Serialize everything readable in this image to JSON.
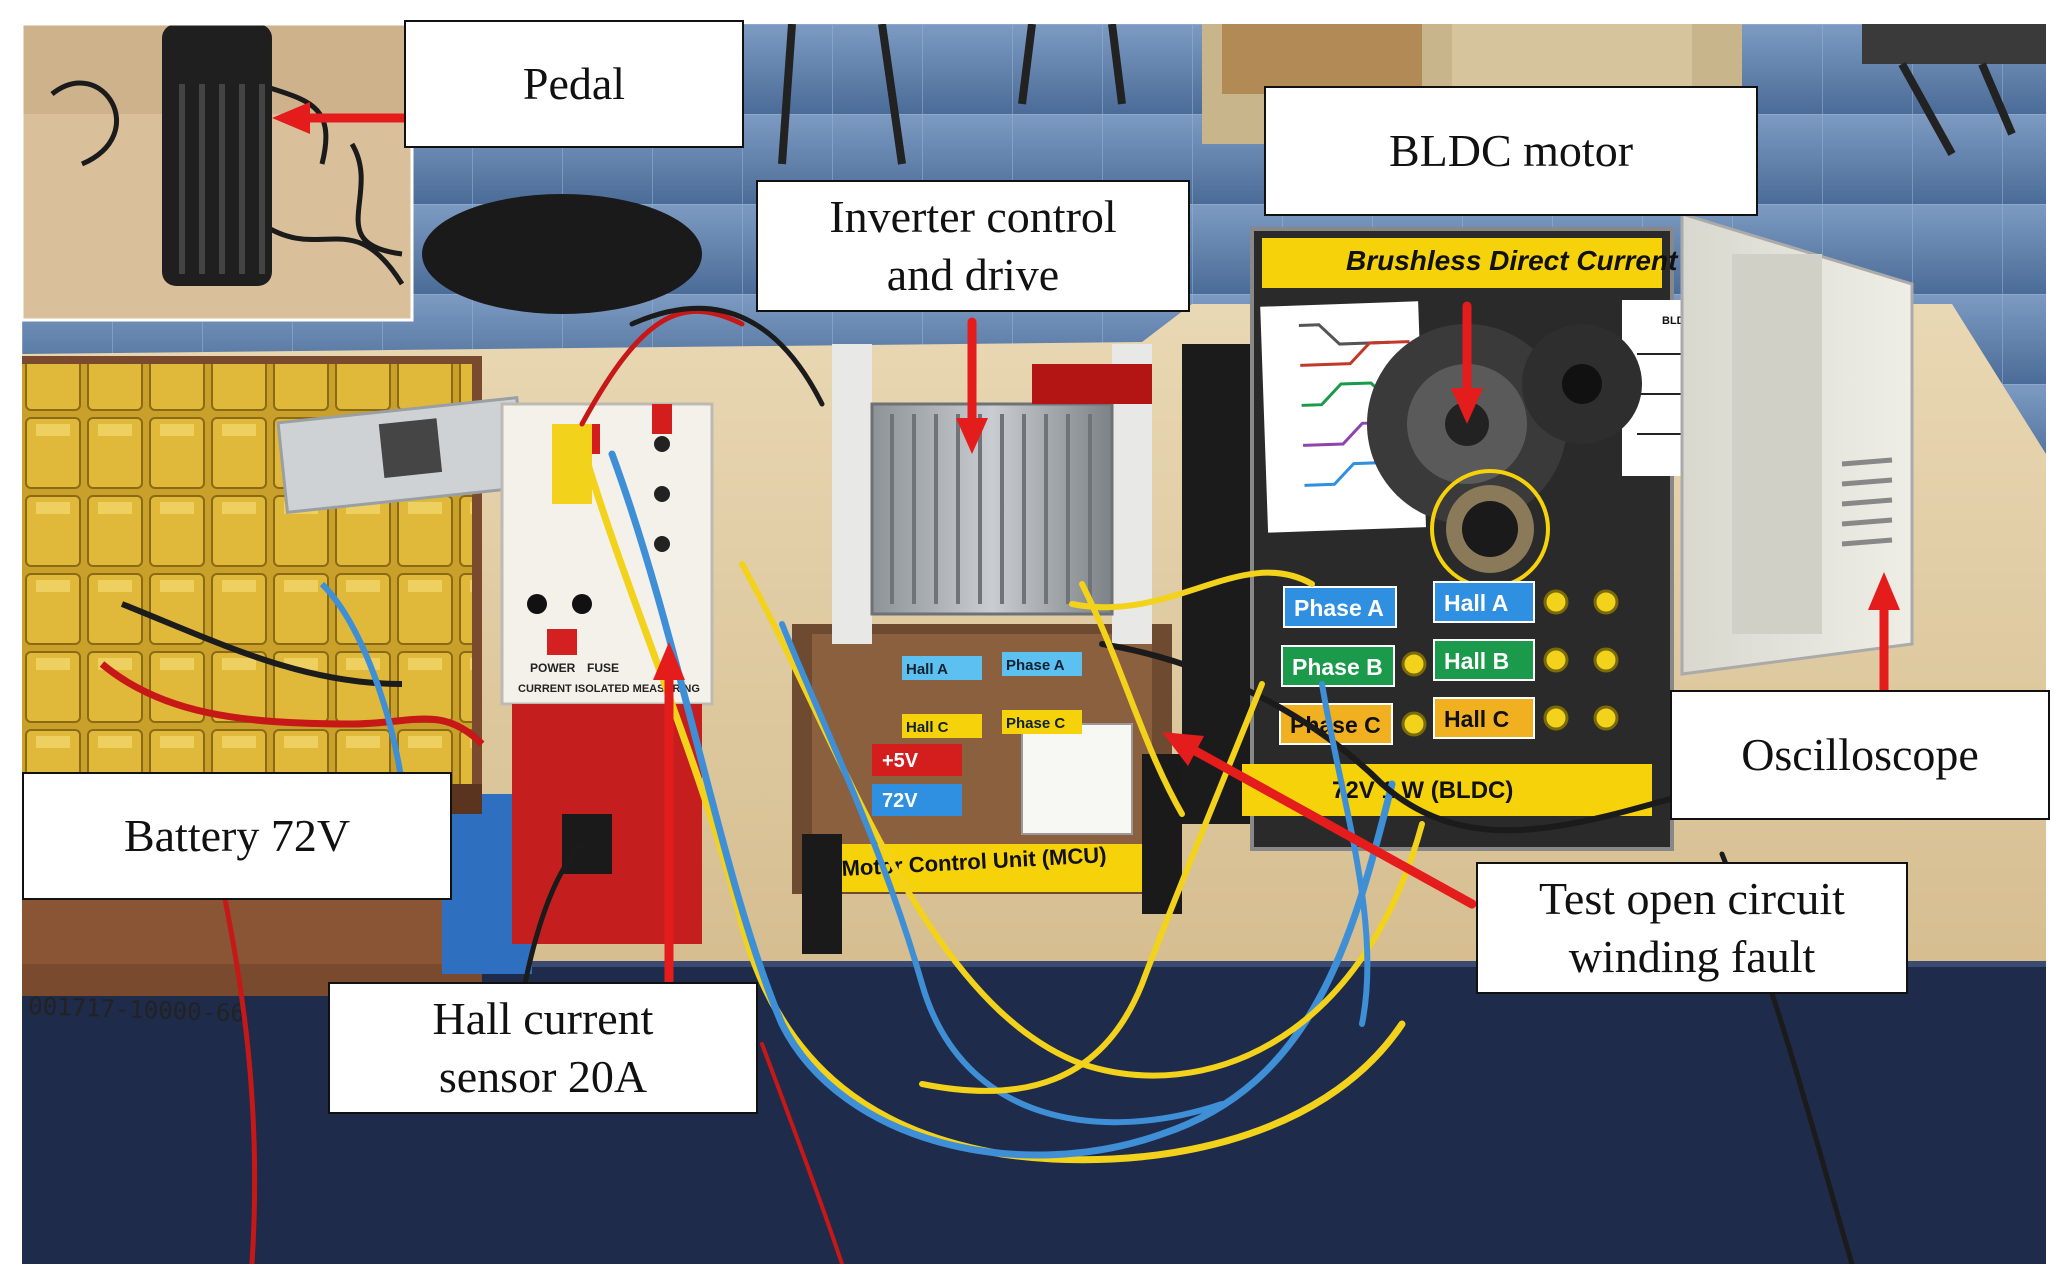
{
  "callouts": {
    "pedal": {
      "lines": [
        "Pedal"
      ]
    },
    "bldc_motor": {
      "lines": [
        "BLDC motor"
      ]
    },
    "inverter": {
      "lines": [
        "Inverter control",
        "and drive"
      ]
    },
    "battery": {
      "lines": [
        "Battery 72V"
      ]
    },
    "oscilloscope": {
      "lines": [
        "Oscilloscope"
      ]
    },
    "test_fault": {
      "lines": [
        "Test open circuit",
        "winding fault"
      ]
    },
    "hall_sensor": {
      "lines": [
        "Hall current",
        "sensor 20A"
      ]
    }
  },
  "photo_labels": {
    "motor_banner": "Brushless Direct Current Motor",
    "motor_rating": "72V 1   W (BLDC)",
    "phase_a": "Phase A",
    "phase_b": "Phase B",
    "phase_c": "Phase C",
    "hall_a": "Hall A",
    "hall_b": "Hall B",
    "hall_c": "Hall C",
    "bldc_schematic_title": "BLDC MOTOR",
    "mcu_banner": "Motor Control Unit (MCU)",
    "mcu_72v": "72V",
    "mcu_plus_v": "+5V",
    "mcu_hall_c": "Hall C",
    "mcu_phase_c": "Phase C",
    "mcu_hall_a": "Hall A",
    "mcu_phase_a": "Phase A",
    "sensor_box_title": "CURRENT ISOLATED MEASURING",
    "sensor_power": "POWER",
    "sensor_fuse": "FUSE",
    "table_tag": "001717-10000-66"
  },
  "colors": {
    "arrow": "#e51c1c",
    "floor": "#5d7fa8",
    "table": "#e2cfa6",
    "tablecloth": "#1e2b4a",
    "yellow_panel": "#f5d20a",
    "phase_a": "#2f8fe0",
    "phase_b": "#1a9a4a",
    "phase_c": "#f0b020",
    "cable_yellow": "#f2d21b",
    "cable_blue": "#3f8fd6",
    "cable_red": "#d41e1e"
  }
}
